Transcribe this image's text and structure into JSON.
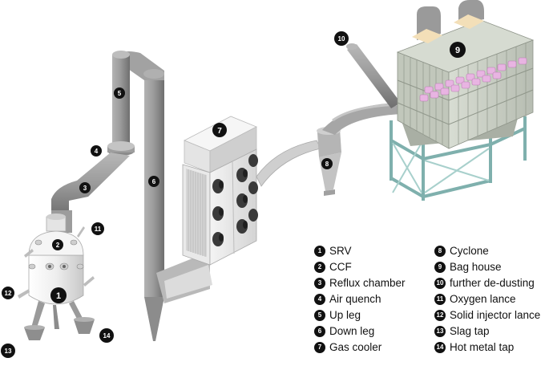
{
  "callouts": [
    {
      "num": "1"
    },
    {
      "num": "2"
    },
    {
      "num": "3"
    },
    {
      "num": "4"
    },
    {
      "num": "5"
    },
    {
      "num": "6"
    },
    {
      "num": "7"
    },
    {
      "num": "8"
    },
    {
      "num": "9"
    },
    {
      "num": "10"
    },
    {
      "num": "11"
    },
    {
      "num": "12"
    },
    {
      "num": "13"
    },
    {
      "num": "14"
    }
  ],
  "legend": [
    {
      "num": "1",
      "label": "SRV"
    },
    {
      "num": "2",
      "label": "CCF"
    },
    {
      "num": "3",
      "label": "Reflux chamber"
    },
    {
      "num": "4",
      "label": "Air quench"
    },
    {
      "num": "5",
      "label": "Up leg"
    },
    {
      "num": "6",
      "label": "Down leg"
    },
    {
      "num": "7",
      "label": "Gas cooler"
    },
    {
      "num": "8",
      "label": "Cyclone"
    },
    {
      "num": "9",
      "label": "Bag house"
    },
    {
      "num": "10",
      "label": "further de-dusting"
    },
    {
      "num": "11",
      "label": "Oxygen lance"
    },
    {
      "num": "12",
      "label": "Solid injector lance"
    },
    {
      "num": "13",
      "label": "Slag tap"
    },
    {
      "num": "14",
      "label": "Hot metal tap"
    }
  ],
  "colors": {
    "pipe": "#9a9a9a",
    "pipe_dark": "#7a7a7a",
    "vessel": "#e6e6e6",
    "baghouse": "#c9cfc4",
    "frame": "#a8d0cc",
    "bags": "#e8b4e2",
    "badge": "#111111"
  }
}
